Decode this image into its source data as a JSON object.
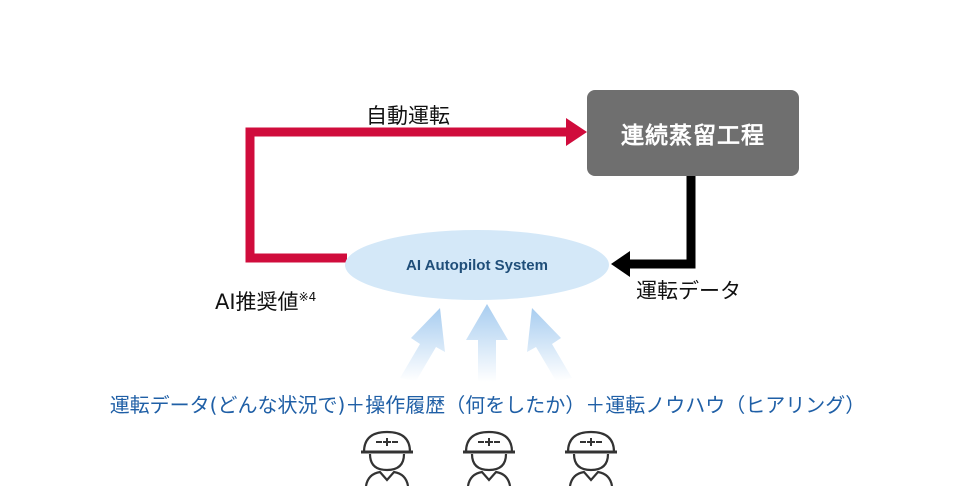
{
  "diagram": {
    "process_box": {
      "label": "連続蒸留工程"
    },
    "ai_system": {
      "label": "AI Autopilot System"
    },
    "auto_operation": {
      "label": "自動運転"
    },
    "ai_recommendation": {
      "label": "AI推奨値",
      "note": "※4"
    },
    "operation_data": {
      "label": "運転データ"
    },
    "inputs": {
      "label": "運転データ(どんな状況で)＋操作履歴（何をしたか）＋運転ノウハウ（ヒアリング）"
    },
    "workers": [
      "hard-hat-worker-icon",
      "hard-hat-worker-icon",
      "hard-hat-worker-icon"
    ],
    "colors": {
      "auto_arrow": "#d00c3c",
      "data_arrow": "#000000",
      "process_box": "#6f6f6f",
      "ai_ellipse": "#d4e8f8",
      "ai_text": "#1f4e79",
      "input_text": "#1f5fa6",
      "input_arrows": "#a8cdf0"
    }
  }
}
